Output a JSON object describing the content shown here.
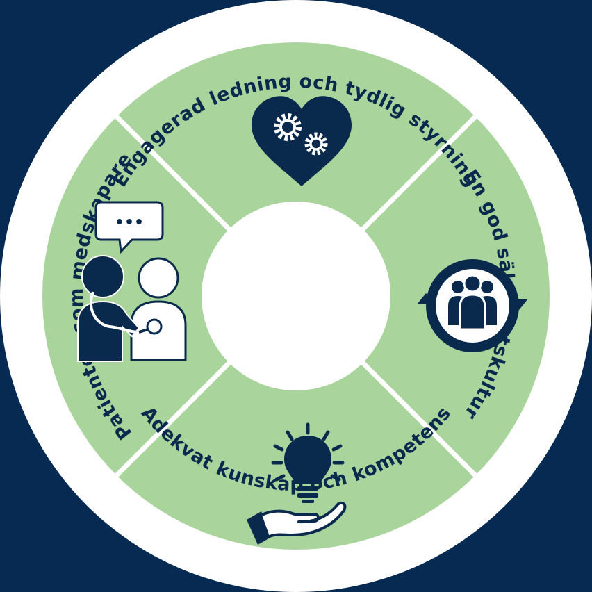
{
  "colors": {
    "background": "#062a52",
    "ring": "#ffffff",
    "segment": "#a9d49c",
    "icon_dark": "#0a2a4d",
    "text": "#0a2a4d"
  },
  "segments": {
    "top": {
      "label": "Engagerad ledning och tydlig styrning",
      "icon": "heart-gears-icon"
    },
    "right": {
      "label": "En god säkerhetskultur",
      "icon": "team-cycle-icon"
    },
    "bottom": {
      "label": "Adekvat kunskap och kompetens",
      "icon": "lightbulb-hand-icon"
    },
    "left": {
      "label": "Patienten som medskapare",
      "icon": "doctor-patient-icon"
    }
  },
  "speech_bubble": {
    "text": "•••"
  }
}
